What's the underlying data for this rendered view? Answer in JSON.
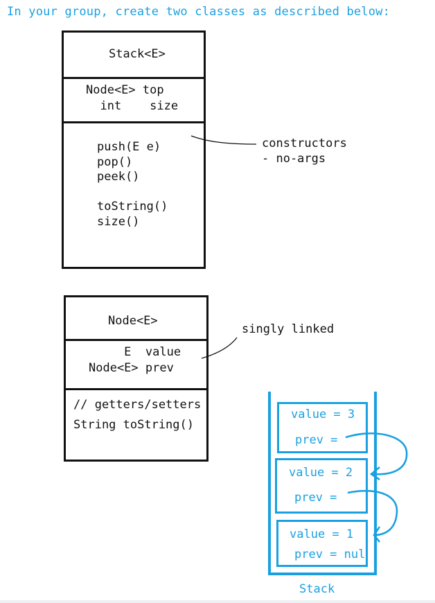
{
  "heading": "In your group, create two classes as described below:",
  "stack_class": {
    "name": "Stack<E>",
    "fields": [
      "Node<E> top",
      "  int    size"
    ],
    "methods": [
      "push(E e)",
      "pop()",
      "peek()",
      "",
      "toString()",
      "size()"
    ]
  },
  "stack_note": [
    "constructors",
    "- no-args"
  ],
  "node_class": {
    "name": "Node<E>",
    "fields": [
      "     E  value",
      "Node<E> prev"
    ],
    "methods": [
      "// getters/setters",
      "String toString()"
    ]
  },
  "node_note": "singly linked",
  "example_stack": {
    "nodes": [
      {
        "value": "value = 3",
        "prev": "prev ="
      },
      {
        "value": "value = 2",
        "prev": "prev ="
      },
      {
        "value": "value = 1",
        "prev": "prev = nul"
      }
    ],
    "label": "Stack"
  },
  "colors": {
    "ink": "#111111",
    "accent": "#1aa0e0"
  }
}
